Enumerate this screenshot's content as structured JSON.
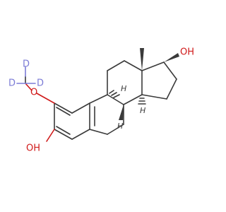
{
  "colors": {
    "bond": "#3a3a3a",
    "oxygen": "#d01a1a",
    "deuterium": "#7b7bd6"
  },
  "labels": {
    "oh_top": "OH",
    "oh_bottom": "OH",
    "o_methoxy": "O",
    "d_top": "D",
    "d_left": "D",
    "d_right": "D",
    "h8": "H",
    "h9": "H",
    "h14": "H"
  }
}
